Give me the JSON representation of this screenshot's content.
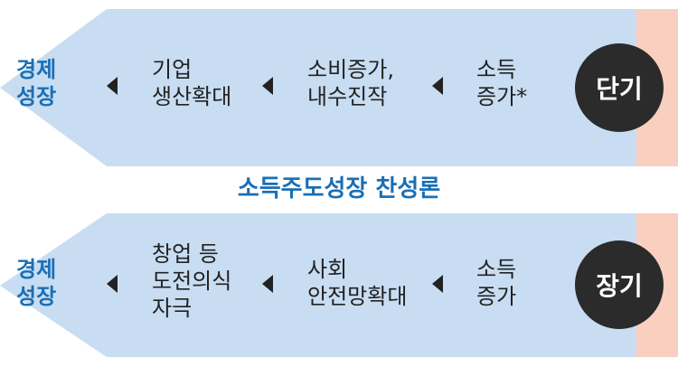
{
  "title": "소득주도성장 찬성론",
  "colors": {
    "band": "#c8ddf2",
    "accent": "#1a6fb5",
    "pink": "#f9cfc0",
    "circle": "#2b2b2b"
  },
  "rows": [
    {
      "term": "단기",
      "goal": "경제\n성장",
      "steps": [
        "소득\n증가*",
        "소비증가,\n내수진작",
        "기업\n생산확대"
      ]
    },
    {
      "term": "장기",
      "goal": "경제\n성장",
      "steps": [
        "소득\n증가",
        "사회\n안전망확대",
        "창업 등\n도전의식\n자극"
      ]
    }
  ]
}
